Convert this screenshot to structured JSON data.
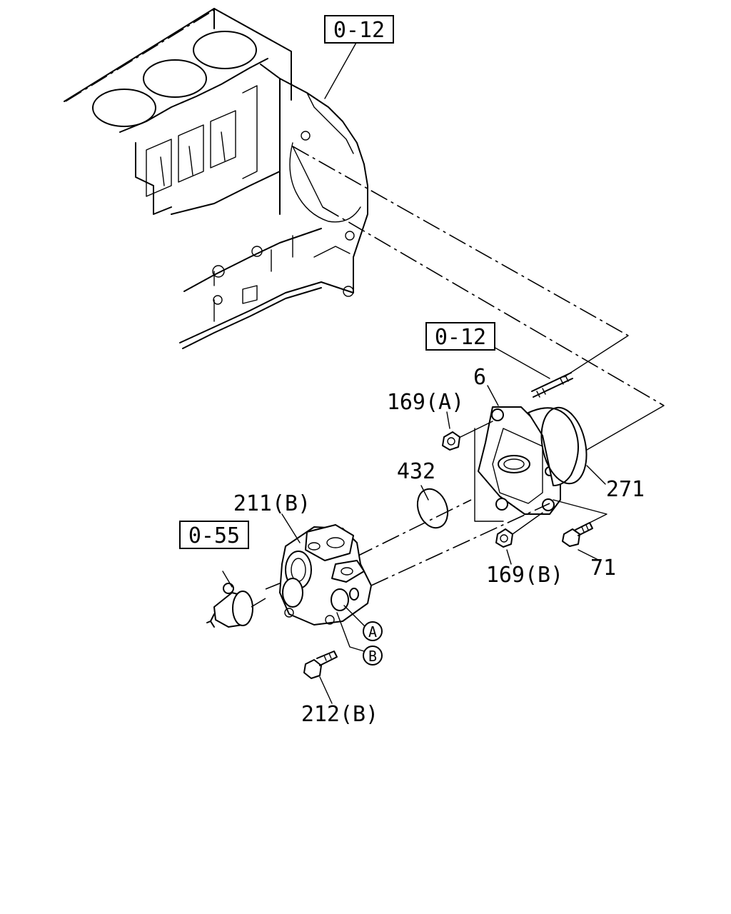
{
  "reference_boxes": {
    "top": "0-12",
    "middle": "0-12",
    "thermostat": "0-55"
  },
  "callouts": {
    "p6": "6",
    "p169a": "169(A)",
    "p432": "432",
    "p271": "271",
    "p211b": "211(B)",
    "p169b": "169(B)",
    "p71": "71",
    "p212b": "212(B)"
  },
  "circle_markers": {
    "a": "A",
    "b": "B"
  },
  "icons": [
    "engine-block-drawing",
    "water-pump-drawing",
    "thermostat-housing-drawing",
    "thermostat-drawing",
    "bolt-drawing",
    "nut-drawing",
    "plug-drawing",
    "o-ring-drawing",
    "stud-drawing"
  ]
}
